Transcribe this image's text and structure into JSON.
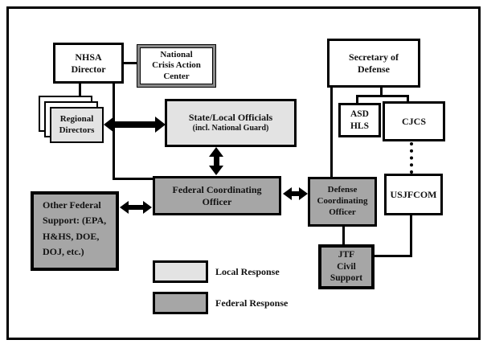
{
  "colors": {
    "local_fill": "#e3e3e3",
    "federal_fill": "#a6a6a6",
    "line": "#000000",
    "ncac_border_gray": "#8a8a8a"
  },
  "nodes": {
    "nhsa": {
      "lines": [
        "NHSA",
        "Director"
      ]
    },
    "ncac": {
      "lines": [
        "National",
        "Crisis Action",
        "Center"
      ]
    },
    "regional": {
      "lines": [
        "Regional",
        "Directors"
      ]
    },
    "state_local": {
      "lines": [
        "State/Local Officials",
        "(incl. National Guard)"
      ]
    },
    "fco": {
      "lines": [
        "Federal Coordinating",
        "Officer"
      ]
    },
    "other_federal": {
      "lines": [
        "Other Federal",
        "Support: (EPA,",
        "H&HS, DOE,",
        "DOJ, etc.)"
      ]
    },
    "secdef": {
      "lines": [
        "Secretary of",
        "Defense"
      ]
    },
    "asd_hls": {
      "lines": [
        "ASD",
        "HLS"
      ]
    },
    "cjcs": {
      "lines": [
        "CJCS"
      ]
    },
    "usjfcom": {
      "lines": [
        "USJFCOM"
      ]
    },
    "dco": {
      "lines": [
        "Defense",
        "Coordinating",
        "Officer"
      ]
    },
    "jtf": {
      "lines": [
        "JTF",
        "Civil",
        "Support"
      ]
    }
  },
  "legend": {
    "items": [
      {
        "label": "Local Response",
        "type": "local"
      },
      {
        "label": "Federal Response",
        "type": "federal"
      }
    ]
  }
}
